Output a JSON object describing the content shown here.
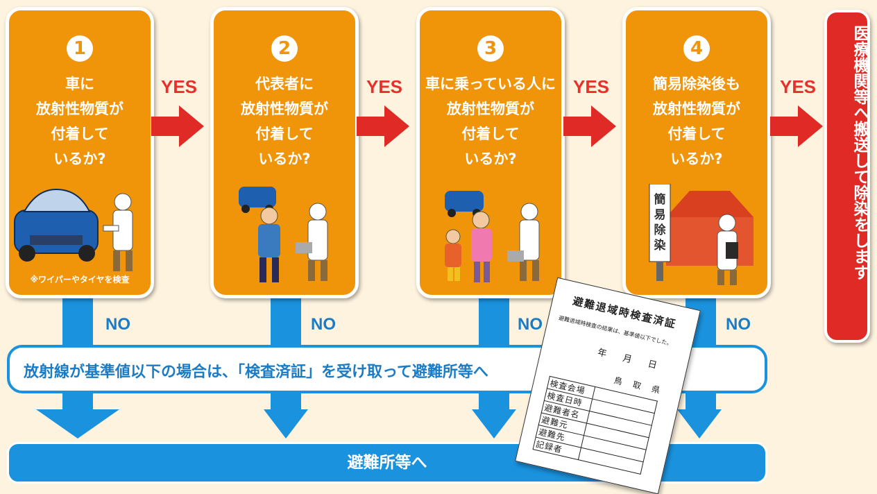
{
  "steps": [
    {
      "number": "1",
      "lines": [
        "車に",
        "放射性物質が",
        "付着して",
        "いるか?"
      ],
      "note": "※ワイパーやタイヤを検査"
    },
    {
      "number": "2",
      "lines": [
        "代表者に",
        "放射性物質が",
        "付着して",
        "いるか?"
      ]
    },
    {
      "number": "3",
      "lines": [
        "車に乗っている人に",
        "放射性物質が",
        "付着して",
        "いるか?"
      ]
    },
    {
      "number": "4",
      "lines": [
        "簡易除染後も",
        "放射性物質が",
        "付着して",
        "いるか?"
      ],
      "sign": "簡易除染"
    }
  ],
  "yes_label": "YES",
  "no_label": "NO",
  "final_yes": "医療機関等へ搬送して除染をします",
  "banner": "放射線が基準値以下の場合は、「検査済証」を受け取って避難所等へ",
  "bottom_label": "避難所等へ",
  "certificate": {
    "title": "避難退域時検査済証",
    "subtitle": "避難退域時検査の結果は、基準値以下でした。",
    "date": "年 月 日",
    "prefecture": "鳥 取 県",
    "rows": [
      "検査会場",
      "検査日時",
      "避難者名",
      "避難元",
      "避難先",
      "記録者"
    ]
  },
  "colors": {
    "step": "#f0940a",
    "yes": "#e8302a",
    "no": "#1a92dd",
    "background": "#fdf3df"
  }
}
